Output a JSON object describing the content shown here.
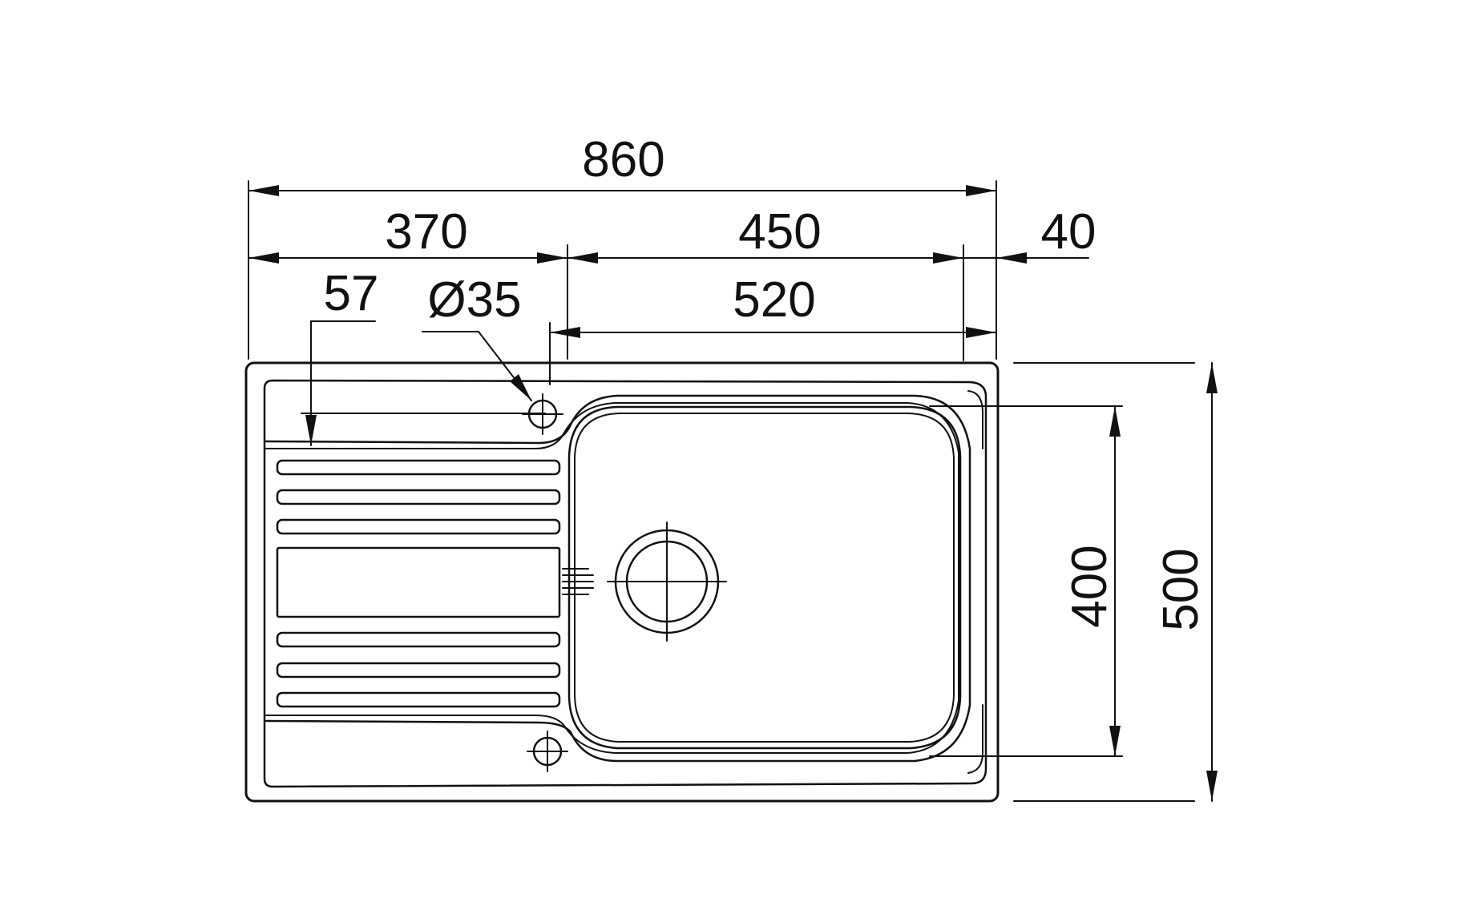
{
  "dimensions": {
    "overall_length": "860",
    "drainer_length": "370",
    "bowl_length": "450",
    "rim_right": "40",
    "tap_offset": "57",
    "tap_hole": "Ø35",
    "bowl_offset": "520",
    "bowl_width": "400",
    "overall_width": "500"
  },
  "colors": {
    "line": "#111111",
    "background": "#ffffff"
  }
}
